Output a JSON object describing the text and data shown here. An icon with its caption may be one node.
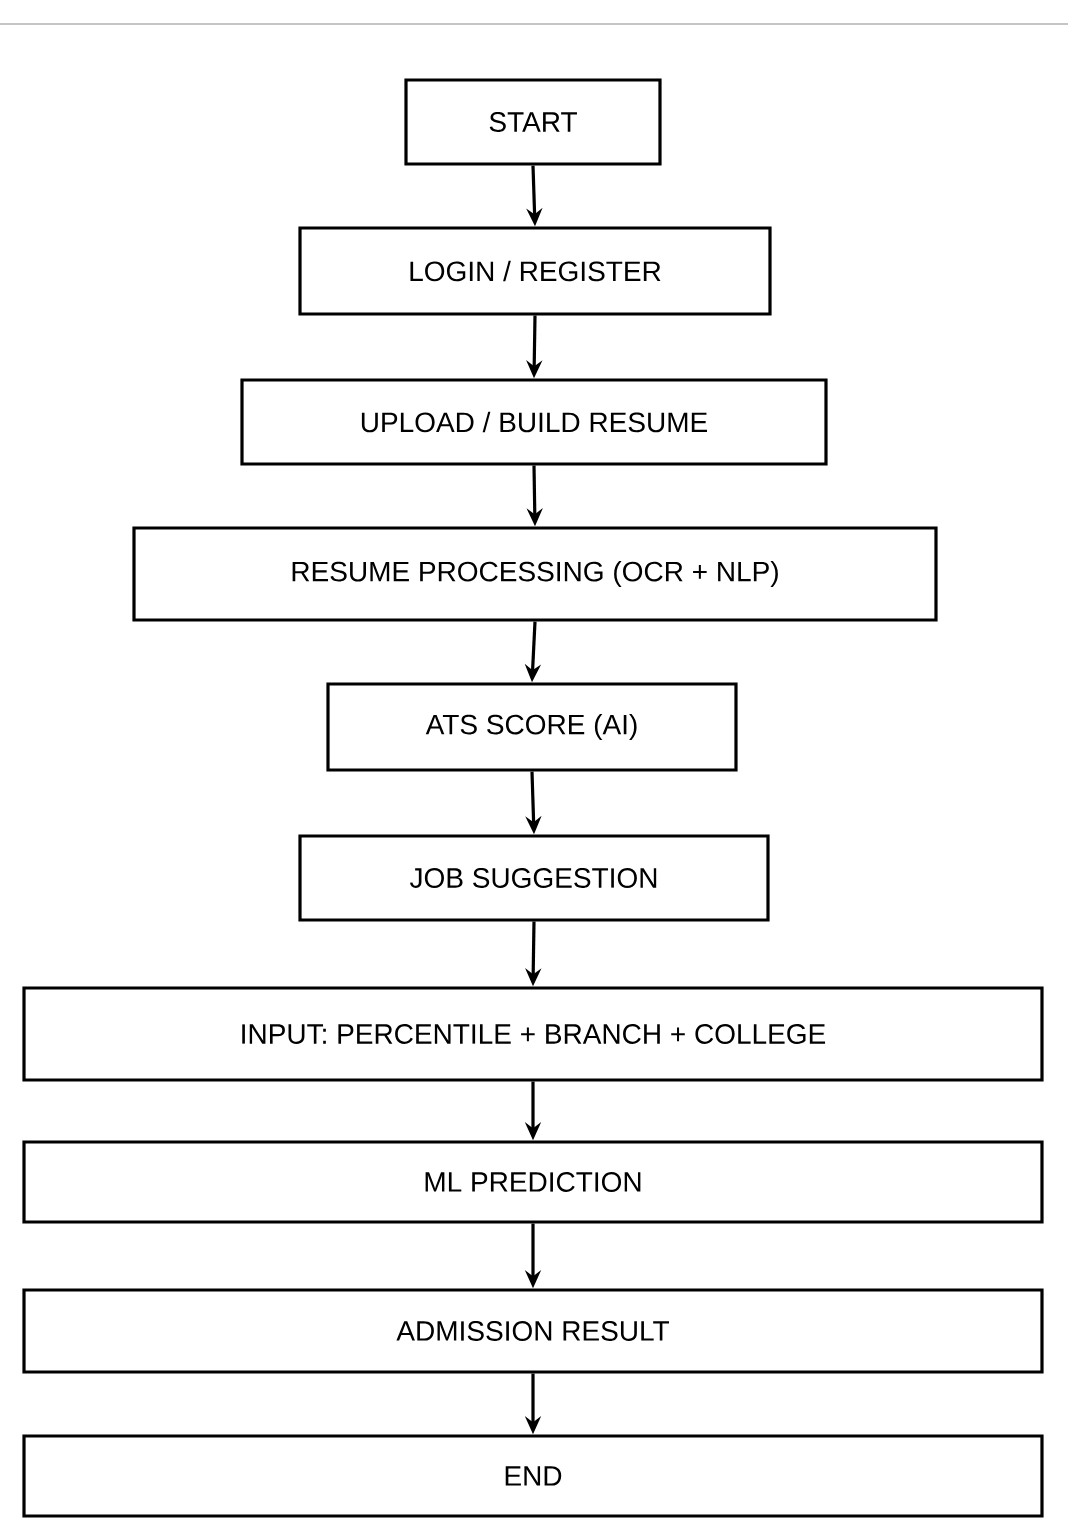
{
  "diagram": {
    "nodes": [
      {
        "text": [
          "START"
        ]
      },
      {
        "text": [
          "LOGIN / REGISTER"
        ]
      },
      {
        "text": [
          "UPLOAD / BUILD RESUME"
        ]
      },
      {
        "text": [
          "RESUME PROCESSING (OCR + NLP)"
        ]
      },
      {
        "text": [
          "ATS SCORE (AI)"
        ]
      },
      {
        "text": [
          "JOB SUGGESTION"
        ]
      },
      {
        "text": [
          "INPUT: PERCENTILE + BRANCH + COLLEGE"
        ]
      },
      {
        "text": [
          "ML PREDICTION"
        ]
      },
      {
        "text": [
          "ADMISSION RESULT"
        ]
      },
      {
        "text": [
          "END"
        ]
      }
    ],
    "edges": [
      {
        "from": 0,
        "to": 1,
        "arrow": "to"
      },
      {
        "from": 1,
        "to": 2,
        "arrow": "to"
      },
      {
        "from": 2,
        "to": 3,
        "arrow": "to"
      },
      {
        "from": 3,
        "to": 4,
        "arrow": "to"
      },
      {
        "from": 4,
        "to": 5,
        "arrow": "to"
      },
      {
        "from": 5,
        "to": 6,
        "arrow": "to"
      },
      {
        "from": 6,
        "to": 7,
        "arrow": "to"
      },
      {
        "from": 7,
        "to": 8,
        "arrow": "to"
      },
      {
        "from": 8,
        "to": 9,
        "arrow": "to"
      }
    ]
  }
}
